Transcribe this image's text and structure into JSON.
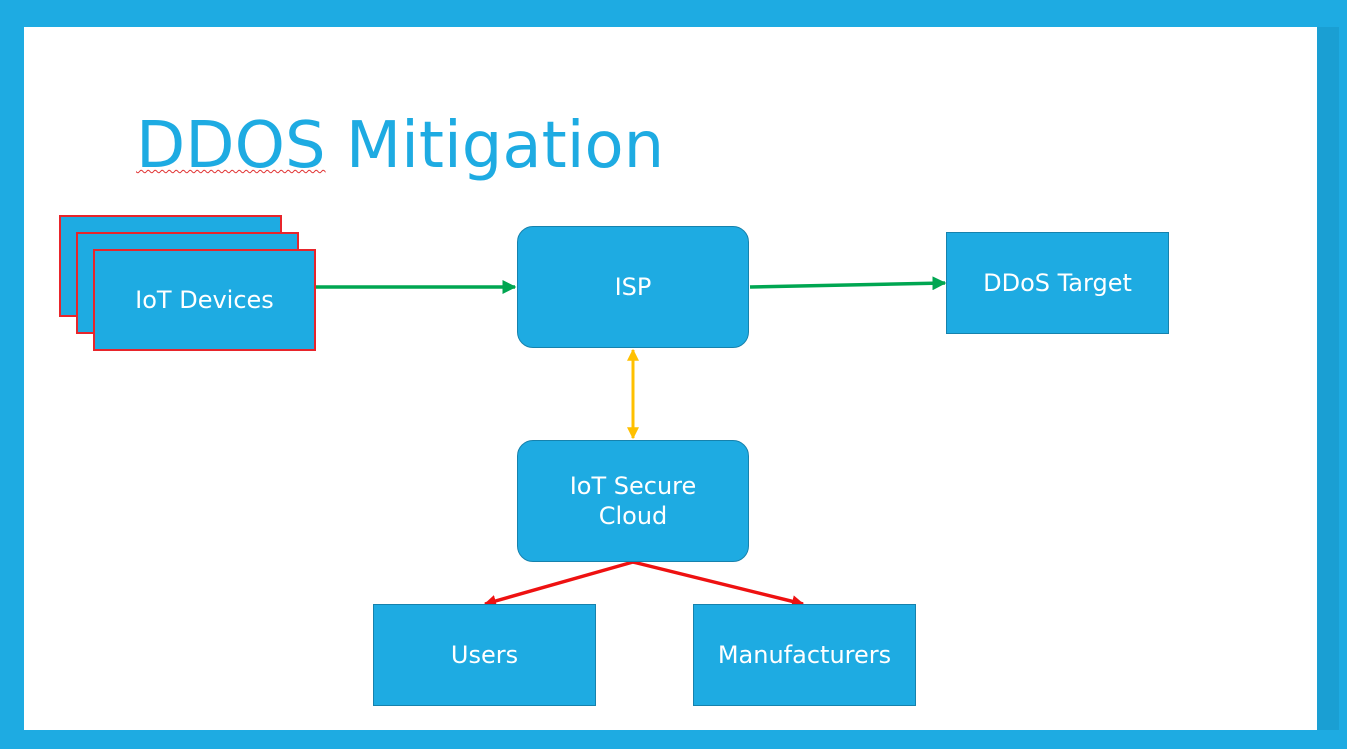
{
  "slide": {
    "title_part1": "DDOS",
    "title_part2": " Mitigation"
  },
  "nodes": {
    "iot_devices": "IoT Devices",
    "isp": "ISP",
    "ddos_target": "DDoS Target",
    "iot_secure_cloud_line1": "IoT Secure",
    "iot_secure_cloud_line2": "Cloud",
    "users": "Users",
    "manufacturers": "Manufacturers"
  },
  "colors": {
    "frame": "#1eabe2",
    "box_fill": "#1eabe2",
    "title": "#1eabe2",
    "device_border": "#e8252b",
    "traffic_arrow": "#00a651",
    "sync_arrow": "#ffc000",
    "notify_arrow": "#ee1111"
  },
  "edges": [
    {
      "from": "iot_devices",
      "to": "isp",
      "style": "green"
    },
    {
      "from": "isp",
      "to": "ddos_target",
      "style": "green"
    },
    {
      "from": "isp",
      "to": "iot_secure_cloud",
      "style": "yellow-bidirectional"
    },
    {
      "from": "iot_secure_cloud",
      "to": "users",
      "style": "red"
    },
    {
      "from": "iot_secure_cloud",
      "to": "manufacturers",
      "style": "red"
    }
  ]
}
